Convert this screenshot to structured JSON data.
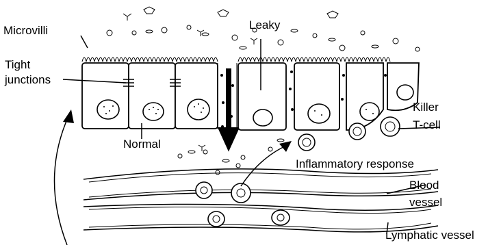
{
  "labels": {
    "microvilli": "Microvilli",
    "tight_junctions_line1": "Tight",
    "tight_junctions_line2": "junctions",
    "leaky": "Leaky",
    "normal": "Normal",
    "killer_line1": "Killer",
    "killer_line2": "T-cell",
    "inflammatory": "Inflammatory response",
    "blood_line1": "Blood",
    "blood_line2": "vessel",
    "lymphatic": "Lymphatic vessel"
  }
}
